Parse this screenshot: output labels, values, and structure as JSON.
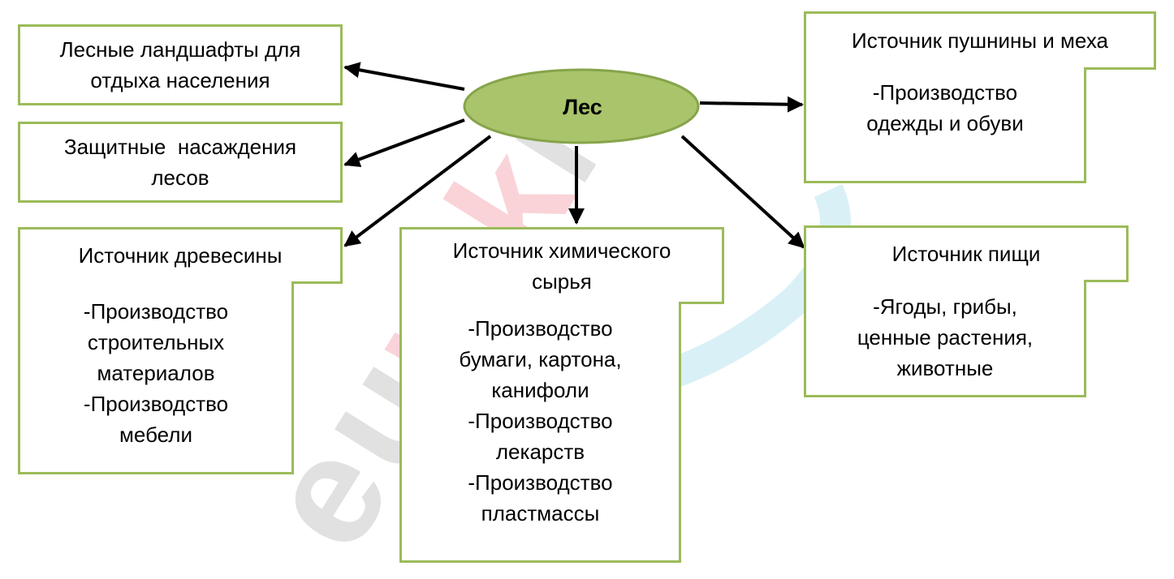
{
  "center": {
    "label": "Лес",
    "fill": "#a9c46a",
    "stroke": "#86a44a"
  },
  "box_border_color": "#9bbb59",
  "nodes": {
    "recreation": [
      "Лесные ландшафты для",
      "отдыха населения"
    ],
    "protective": [
      "Защитные  насаждения",
      "лесов"
    ],
    "timber": {
      "title": [
        "Источник древесины"
      ],
      "items": [
        "-Производство",
        "строительных",
        "материалов",
        "-Производство",
        "мебели"
      ]
    },
    "chemical": {
      "title": [
        "Источник химического",
        "сырья"
      ],
      "items": [
        "-Производство",
        "бумаги, картона,",
        "канифоли",
        "-Производство",
        "лекарств",
        "-Производство",
        "пластмассы"
      ]
    },
    "fur": {
      "title": [
        "Источник пушнины и меха"
      ],
      "items": [
        "-Производство",
        "одежды и обуви"
      ]
    },
    "food": {
      "title": [
        "Источник пищи"
      ],
      "items": [
        "-Ягоды, грибы,",
        "ценные растения,",
        "животные"
      ]
    }
  },
  "watermark": {
    "text": "euroki",
    "colors": [
      "#c8c8c8",
      "#f6b9c0",
      "#fde9a8",
      "#bfe8f0"
    ]
  }
}
